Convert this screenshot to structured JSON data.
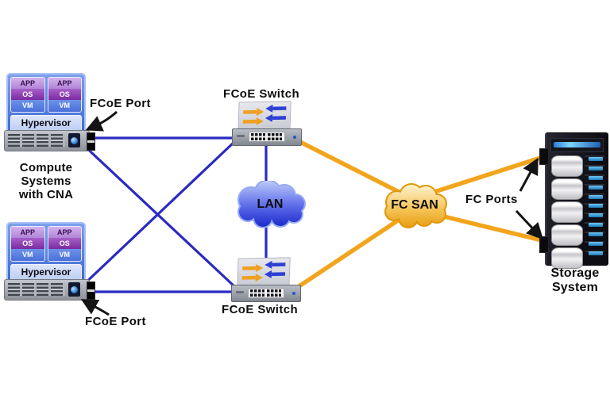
{
  "compute_caption_lines": [
    "Compute",
    "Systems",
    "with CNA"
  ],
  "compute_systems": [
    {
      "hypervisor": "Hypervisor",
      "port_label": "FCoE Port",
      "vms": [
        {
          "app": "APP",
          "os": "OS",
          "vm": "VM"
        },
        {
          "app": "APP",
          "os": "OS",
          "vm": "VM"
        }
      ]
    },
    {
      "hypervisor": "Hypervisor",
      "port_label": "FCoE Port",
      "vms": [
        {
          "app": "APP",
          "os": "OS",
          "vm": "VM"
        },
        {
          "app": "APP",
          "os": "OS",
          "vm": "VM"
        }
      ]
    }
  ],
  "switches": [
    {
      "label": "FCoE Switch"
    },
    {
      "label": "FCoE Switch"
    }
  ],
  "clouds": {
    "lan_label": "LAN",
    "fc_san_label": "FC SAN"
  },
  "storage": {
    "caption_lines": [
      "Storage",
      "System"
    ],
    "fc_ports_label": "FC Ports"
  },
  "icons": {
    "switch_traffic": "paired orange right-arrows and blue left-arrows",
    "lan_cloud": "blue cloud shape",
    "fc_san_cloud": "orange cloud shape",
    "server_vendor_dot": "blue circular emblem",
    "label_arrow": "black pointer arrow"
  },
  "colors": {
    "ethernet_link": "#2a2ac2",
    "fc_link": "#f2a51c",
    "lan_cloud_top": "#bccaf9",
    "lan_cloud_bottom": "#1826c8",
    "fc_san_cloud_top": "#fdf6da",
    "fc_san_cloud_bottom": "#e89c0e",
    "vm_app_bg": "#c9a4e6",
    "vm_os_bg": "#8637ad",
    "vm_chassis_blue": "#4a74dc",
    "hypervisor_bg": "#ccd8f4",
    "storage_led": "#2f9fdc",
    "label_text": "#0d0d0d"
  }
}
